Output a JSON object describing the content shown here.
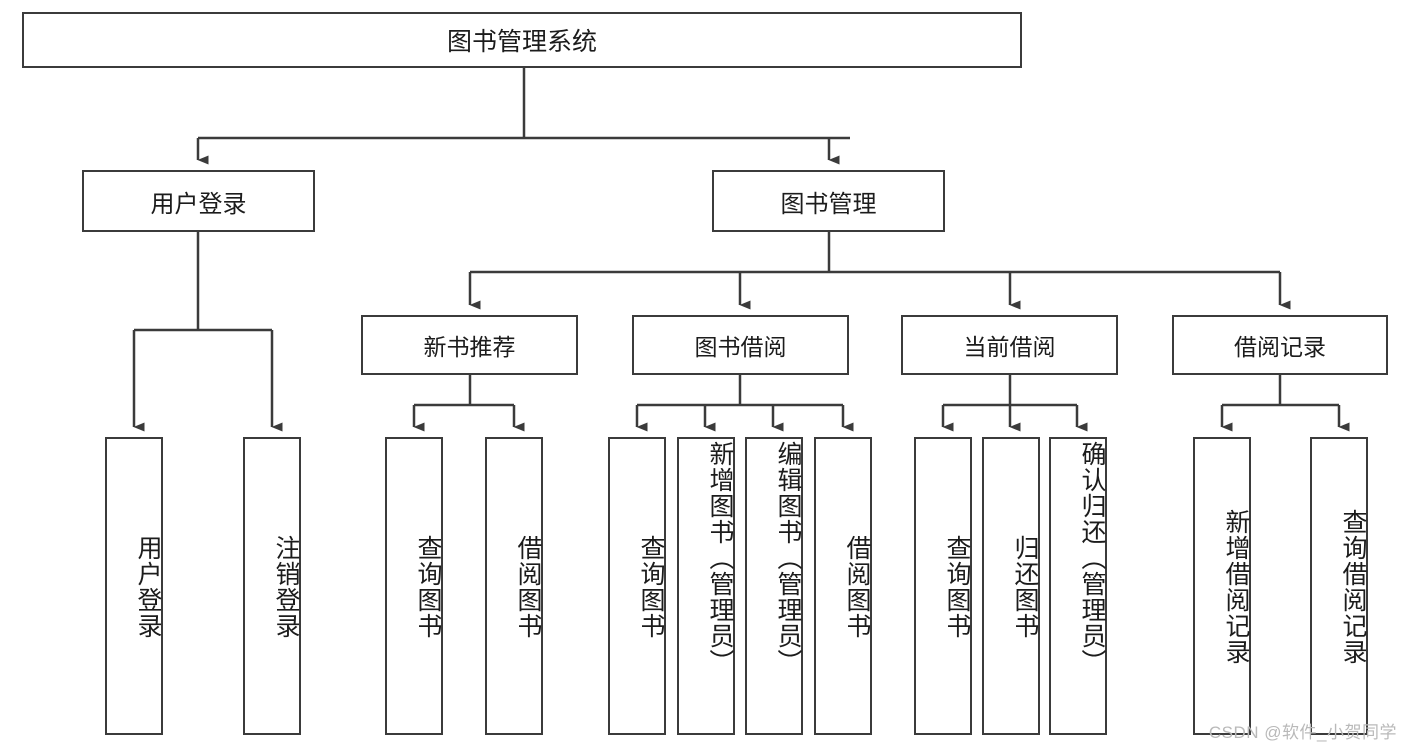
{
  "diagram": {
    "type": "tree",
    "title": "图书管理系统",
    "watermark": "CSDN @软件_小贺同学",
    "colors": {
      "box_border": "#3b3b3b",
      "box_fill": "#ffffff",
      "connector": "#3b3b3b",
      "text": "#1c1c1c",
      "watermark": "#b9b9b9",
      "background": "#ffffff"
    },
    "root": {
      "label": "图书管理系统"
    },
    "level2": [
      {
        "label": "用户登录"
      },
      {
        "label": "图书管理"
      }
    ],
    "level3": [
      {
        "label": "新书推荐"
      },
      {
        "label": "图书借阅"
      },
      {
        "label": "当前借阅"
      },
      {
        "label": "借阅记录"
      }
    ],
    "leaves": {
      "user_login": [
        {
          "label": "用户登录"
        },
        {
          "label": "注销登录"
        }
      ],
      "new_book_recommend": [
        {
          "label": "查询图书"
        },
        {
          "label": "借阅图书"
        }
      ],
      "book_borrow": [
        {
          "label": "查询图书"
        },
        {
          "label": "新增图书（管理员）"
        },
        {
          "label": "编辑图书（管理员）"
        },
        {
          "label": "借阅图书"
        }
      ],
      "current_borrow": [
        {
          "label": "查询图书"
        },
        {
          "label": "归还图书"
        },
        {
          "label": "确认归还（管理员）"
        }
      ],
      "borrow_record": [
        {
          "label": "新增借阅记录"
        },
        {
          "label": "查询借阅记录"
        }
      ]
    }
  }
}
